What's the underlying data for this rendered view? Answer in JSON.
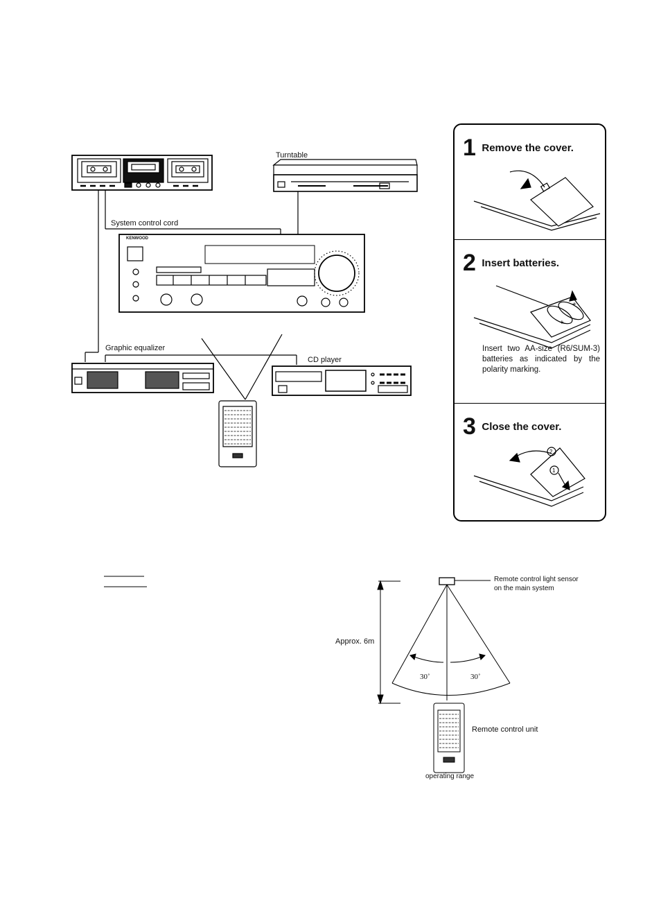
{
  "labels": {
    "turntable": "Turntable",
    "system_control_cord": "System control cord",
    "graphic_equalizer": "Graphic equalizer",
    "cd_player": "CD player",
    "receiver_brand": "KENWOOD"
  },
  "steps": [
    {
      "number": "1",
      "title": "Remove the cover."
    },
    {
      "number": "2",
      "title": "Insert batteries.",
      "note": "Insert two AA-size (R6/SUM-3) batteries as indicated by the polarity marking."
    },
    {
      "number": "3",
      "title": "Close the cover."
    }
  ],
  "range_diagram": {
    "sensor_label_line1": "Remote control light sensor",
    "sensor_label_line2": "on the main system",
    "distance_label": "Approx. 6m",
    "angle_left": "30˚",
    "angle_right": "30˚",
    "remote_label": "Remote control unit",
    "caption": "operating range"
  }
}
